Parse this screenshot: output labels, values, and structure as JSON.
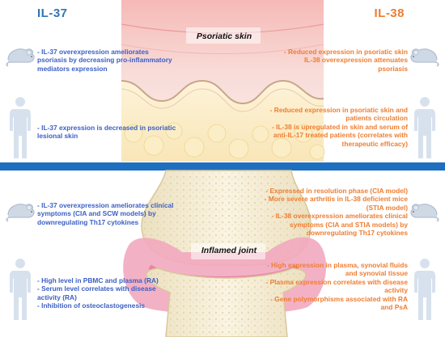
{
  "headers": {
    "left": "IL-37",
    "right": "IL-38"
  },
  "captions": {
    "skin": "Psoriatic skin",
    "joint": "Inflamed joint"
  },
  "colors": {
    "il37": "#2e75b6",
    "il38": "#ed7d31",
    "divider": "#1f6fc0",
    "skin": "#f3c8c6",
    "bone": "#f5ecd2",
    "joint": "#f2a9bf"
  },
  "icons": {
    "mouse": "mouse-icon",
    "human": "human-icon"
  },
  "left_blocks": [
    {
      "lines": [
        "- IL-37 overexpression ameliorates",
        "psoriasis by decreasing pro-inflammatory",
        "mediators expression"
      ]
    },
    {
      "lines": [
        "- IL-37 expression is decreased in psoriatic",
        "lesional skin"
      ]
    },
    {
      "lines": [
        "- IL-37 overexpression ameliorates clinical",
        "symptoms (CIA and SCW models) by",
        "downregulating Th17 cytokines"
      ]
    },
    {
      "lines": [
        "- High level in PBMC and plasma (RA)",
        "- Serum level correlates with disease",
        "activity (RA)",
        "- Inhibition of osteoclastogenesis"
      ]
    }
  ],
  "right_blocks": [
    {
      "lines": [
        "- Reduced expression in psoriatic skin",
        "IL-38 overexpression attenuates",
        "psoriasis"
      ]
    },
    {
      "lines": [
        "- Reduced expression in psoriatic skin and",
        "patients circulation",
        "- IL-38 is upregulated in skin and serum of",
        "anti-IL-17 treated patients (correlates with",
        "therapeutic efficacy)"
      ]
    },
    {
      "lines": [
        "- Expressed in resolution phase (CIA model)",
        "- More severe arthritis in IL-38 deficient mice",
        "(STIA model)",
        "- IL-38 overexpression ameliorates clinical",
        "symptoms (CIA and STIA models) by",
        "downregulating Th17 cytokines"
      ]
    },
    {
      "lines": [
        "- High expression in plasma, synovial fluids",
        "and synovial tissue",
        "- Plasma expression correlates with disease",
        "activity",
        "- Gene polymorphisms associated with RA",
        "and PsA"
      ]
    }
  ]
}
